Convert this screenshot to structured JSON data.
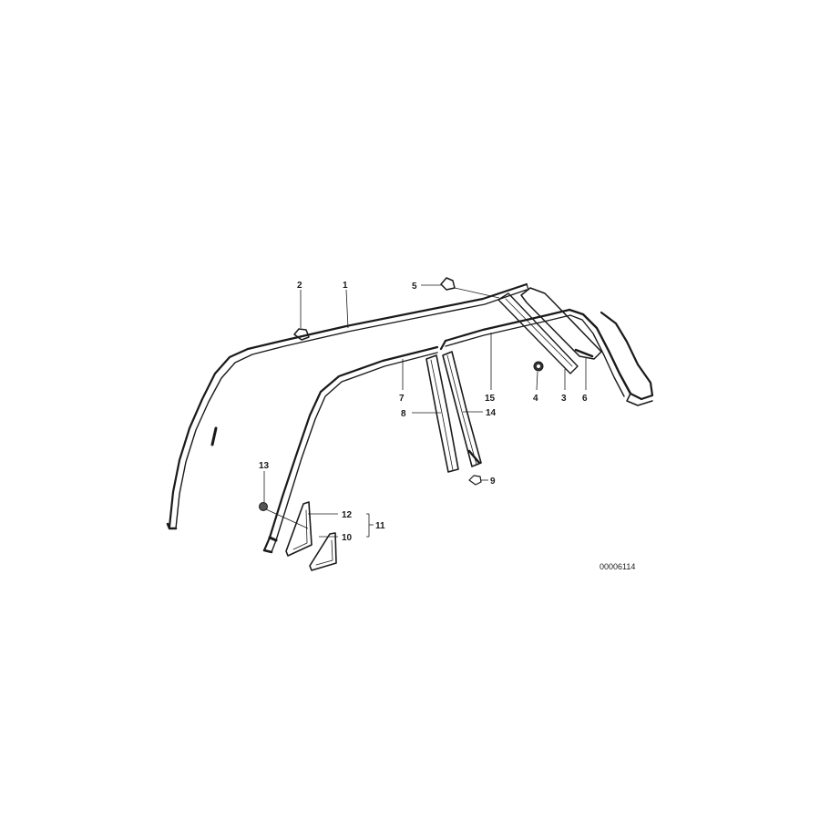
{
  "diagram": {
    "reference_number": "00006114",
    "callouts": [
      {
        "id": "c1",
        "label": "1"
      },
      {
        "id": "c2",
        "label": "2"
      },
      {
        "id": "c3",
        "label": "3"
      },
      {
        "id": "c4",
        "label": "4"
      },
      {
        "id": "c5",
        "label": "5"
      },
      {
        "id": "c6",
        "label": "6"
      },
      {
        "id": "c7",
        "label": "7"
      },
      {
        "id": "c8",
        "label": "8"
      },
      {
        "id": "c9",
        "label": "9"
      },
      {
        "id": "c10",
        "label": "10"
      },
      {
        "id": "c11",
        "label": "11"
      },
      {
        "id": "c12",
        "label": "12"
      },
      {
        "id": "c13",
        "label": "13"
      },
      {
        "id": "c14",
        "label": "14"
      },
      {
        "id": "c15",
        "label": "15"
      }
    ]
  }
}
